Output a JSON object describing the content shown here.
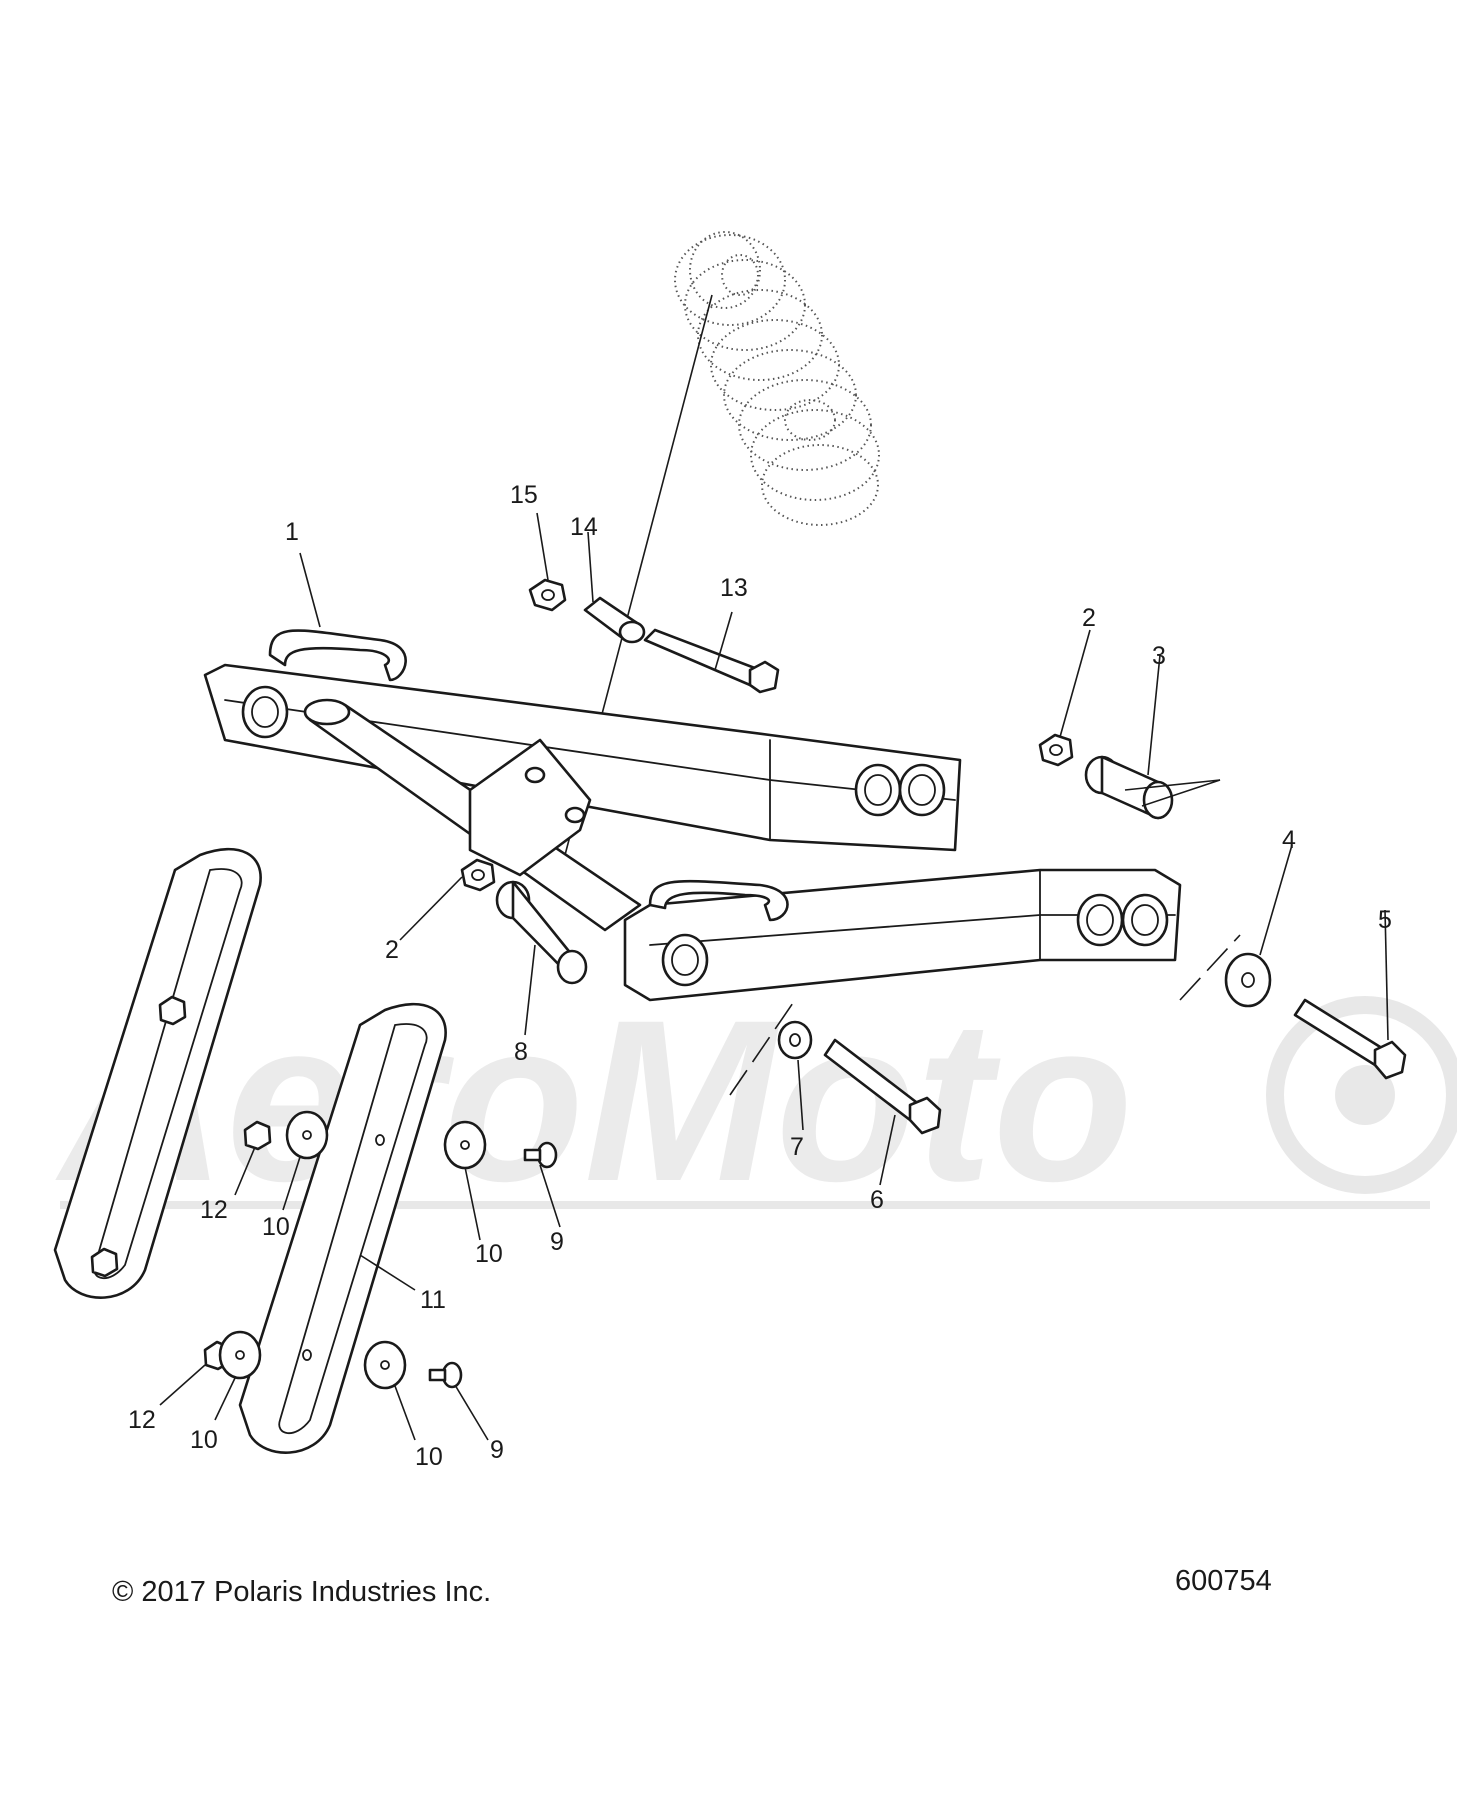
{
  "diagram": {
    "callouts": {
      "c1": "1",
      "c2a": "2",
      "c2b": "2",
      "c3": "3",
      "c4": "4",
      "c5": "5",
      "c6": "6",
      "c7": "7",
      "c8": "8",
      "c9a": "9",
      "c9b": "9",
      "c10a": "10",
      "c10b": "10",
      "c10c": "10",
      "c10d": "10",
      "c11": "11",
      "c12a": "12",
      "c12b": "12",
      "c13": "13",
      "c14": "14",
      "c15": "15"
    },
    "copyright": "© 2017 Polaris Industries Inc.",
    "figure_number": "600754",
    "watermark": "AeroMoto"
  }
}
